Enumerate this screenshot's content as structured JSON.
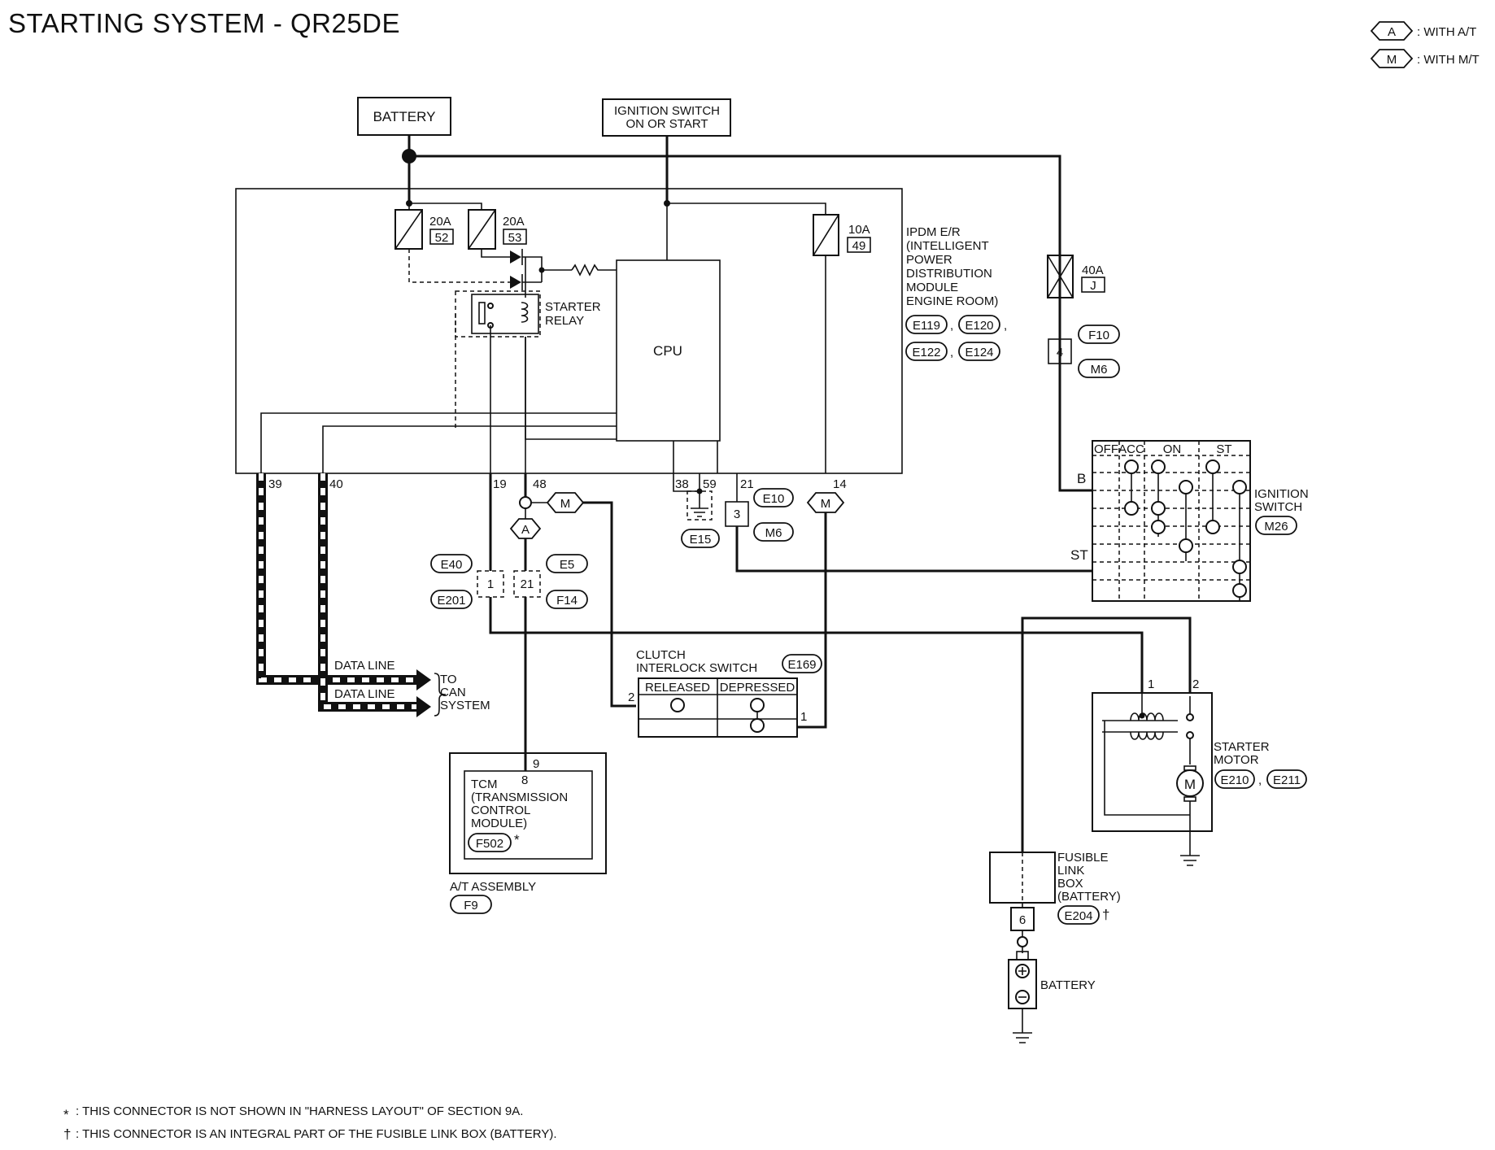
{
  "title": "STARTING SYSTEM - QR25DE",
  "legend": {
    "a": {
      "symbol": "A",
      "text": ": WITH A/T"
    },
    "m": {
      "symbol": "M",
      "text": ": WITH M/T"
    }
  },
  "battery_top": "BATTERY",
  "ignition_source": {
    "line1": "IGNITION SWITCH",
    "line2": "ON OR START"
  },
  "fuses": {
    "f52": {
      "amp": "20A",
      "num": "52"
    },
    "f53": {
      "amp": "20A",
      "num": "53"
    },
    "f49": {
      "amp": "10A",
      "num": "49"
    },
    "fj": {
      "amp": "40A",
      "num": "J"
    }
  },
  "starter_relay": {
    "line1": "STARTER",
    "line2": "RELAY"
  },
  "cpu": "CPU",
  "ipdm": {
    "lines": [
      "IPDM E/R",
      "(INTELLIGENT",
      "POWER",
      "DISTRIBUTION",
      "MODULE",
      "ENGINE ROOM)"
    ],
    "connectors": [
      "E119",
      "E120",
      "E122",
      "E124"
    ]
  },
  "ipdm_pins": {
    "p39": "39",
    "p40": "40",
    "p19": "19",
    "p48": "48",
    "p38": "38",
    "p59": "59",
    "p21": "21",
    "p14": "14"
  },
  "variant": {
    "m": "M",
    "a": "A"
  },
  "connectors": {
    "e10": "E10",
    "m6_mid": "M6",
    "e15": "E15",
    "pin3": "3",
    "e40": "E40",
    "e201": "E201",
    "pin1": "1",
    "pin21": "21",
    "e5": "E5",
    "f14": "F14",
    "f10": "F10",
    "m6_right": "M6",
    "pin4": "4"
  },
  "ignition_switch": {
    "headers": [
      "OFF",
      "ACC",
      "ON",
      "ST"
    ],
    "row_b": "B",
    "row_st": "ST",
    "label1": "IGNITION",
    "label2": "SWITCH",
    "connector": "M26"
  },
  "can": {
    "line1": "DATA LINE",
    "line2": "DATA LINE",
    "to1": "TO",
    "to2": "CAN",
    "to3": "SYSTEM"
  },
  "clutch": {
    "line1": "CLUTCH",
    "line2": "INTERLOCK SWITCH",
    "connector": "E169",
    "released": "RELEASED",
    "depressed": "DEPRESSED",
    "pin2": "2",
    "pin1": "1"
  },
  "tcm": {
    "lines": [
      "TCM",
      "(TRANSMISSION",
      "CONTROL",
      "MODULE)"
    ],
    "connector": "F502",
    "pin9": "9",
    "pin8": "8",
    "assembly": "A/T ASSEMBLY",
    "assembly_connector": "F9"
  },
  "starter_motor": {
    "line1": "STARTER",
    "line2": "MOTOR",
    "c1": "E210",
    "c2": "E211",
    "pin1": "1",
    "pin2": "2",
    "motor": "M"
  },
  "fusible_link": {
    "lines": [
      "FUSIBLE",
      "LINK",
      "BOX",
      "(BATTERY)"
    ],
    "connector": "E204",
    "pin6": "6"
  },
  "battery_bottom": "BATTERY",
  "notes": {
    "n1_sym": "*",
    "n1": ": THIS CONNECTOR IS NOT SHOWN IN \"HARNESS LAYOUT\" OF SECTION 9A.",
    "n2_sym": "†",
    "n2": ": THIS CONNECTOR IS AN INTEGRAL PART OF THE FUSIBLE LINK BOX (BATTERY)."
  }
}
